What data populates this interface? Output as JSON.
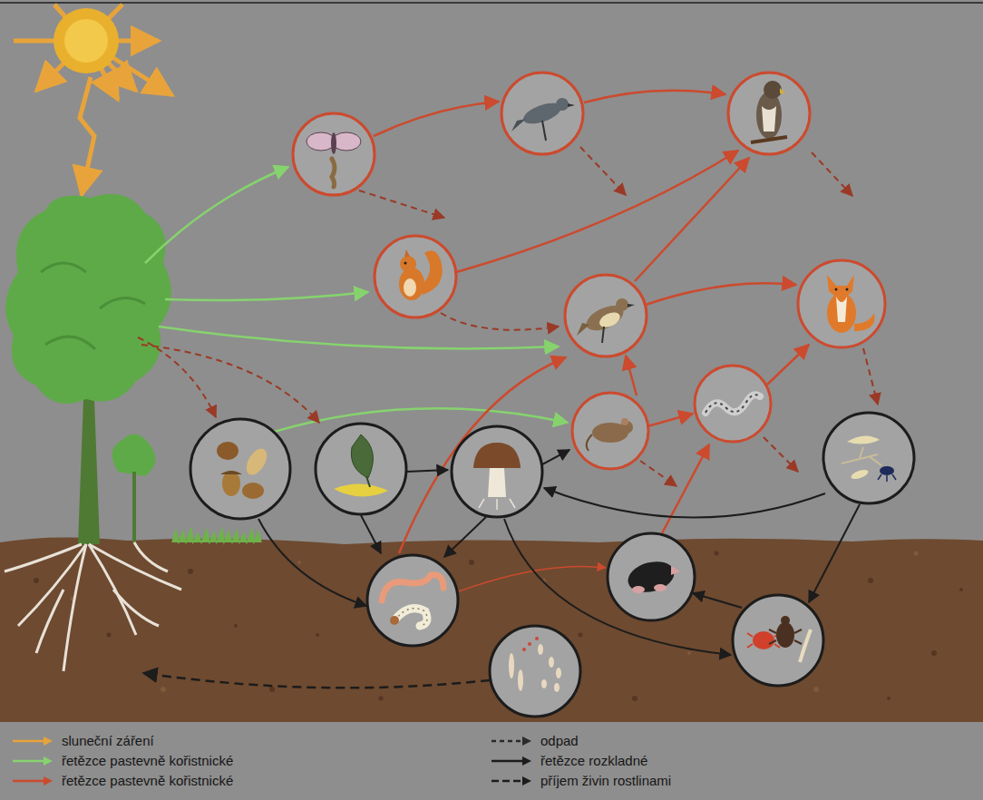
{
  "diagram": {
    "legend": [
      {
        "text": "sluneční záření"
      },
      {
        "text": "řetězce pastevně kořistnické"
      },
      {
        "text": "řetězce pastevně kořistnické"
      },
      {
        "text": "odpad"
      },
      {
        "text": "řetězce rozkladné"
      },
      {
        "text": "příjem živin rostlinami"
      }
    ]
  }
}
